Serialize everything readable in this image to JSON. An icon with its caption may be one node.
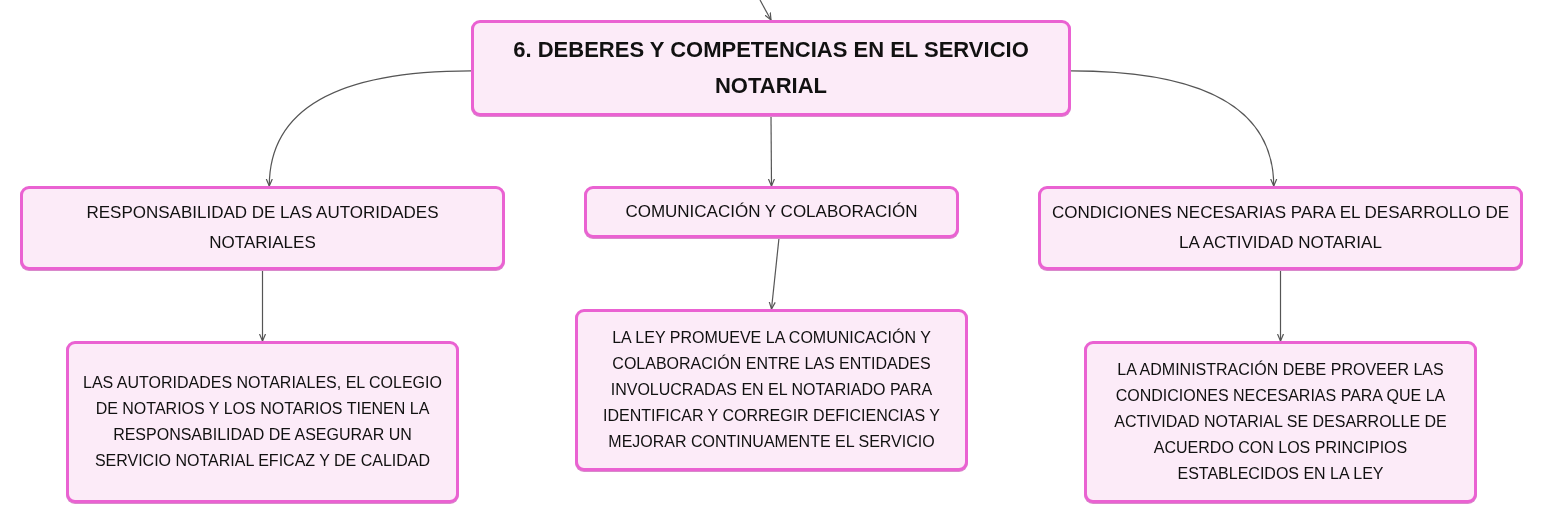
{
  "diagram": {
    "nodes": [
      {
        "text": [
          "6. DEBERES Y COMPETENCIAS EN EL SERVICIO NOTARIAL"
        ]
      },
      {
        "text": [
          "RESPONSABILIDAD DE LAS AUTORIDADES NOTARIALES"
        ]
      },
      {
        "text": [
          "COMUNICACIÓN Y COLABORACIÓN"
        ]
      },
      {
        "text": [
          "CONDICIONES NECESARIAS PARA EL DESARROLLO DE LA ACTIVIDAD NOTARIAL"
        ]
      },
      {
        "text": [
          "LAS AUTORIDADES NOTARIALES, EL COLEGIO DE NOTARIOS Y LOS NOTARIOS TIENEN LA RESPONSABILIDAD DE ASEGURAR UN SERVICIO NOTARIAL EFICAZ Y DE CALIDAD"
        ]
      },
      {
        "text": [
          "LA LEY PROMUEVE LA COMUNICACIÓN Y COLABORACIÓN ENTRE LAS ENTIDADES INVOLUCRADAS EN EL NOTARIADO PARA IDENTIFICAR Y CORREGIR DEFICIENCIAS Y MEJORAR CONTINUAMENTE EL SERVICIO"
        ]
      },
      {
        "text": [
          "LA ADMINISTRACIÓN DEBE PROVEER LAS CONDICIONES NECESARIAS PARA QUE LA ACTIVIDAD NOTARIAL SE DESARROLLE DE ACUERDO CON LOS PRINCIPIOS ESTABLECIDOS EN LA LEY"
        ]
      }
    ],
    "edges": [
      {
        "from": null,
        "to": 0,
        "arrow": "to"
      },
      {
        "from": 0,
        "to": 1,
        "arrow": "to"
      },
      {
        "from": 0,
        "to": 2,
        "arrow": "to"
      },
      {
        "from": 0,
        "to": 3,
        "arrow": "to"
      },
      {
        "from": 1,
        "to": 4,
        "arrow": "to"
      },
      {
        "from": 2,
        "to": 5,
        "arrow": "to"
      },
      {
        "from": 3,
        "to": 6,
        "arrow": "to"
      }
    ]
  }
}
